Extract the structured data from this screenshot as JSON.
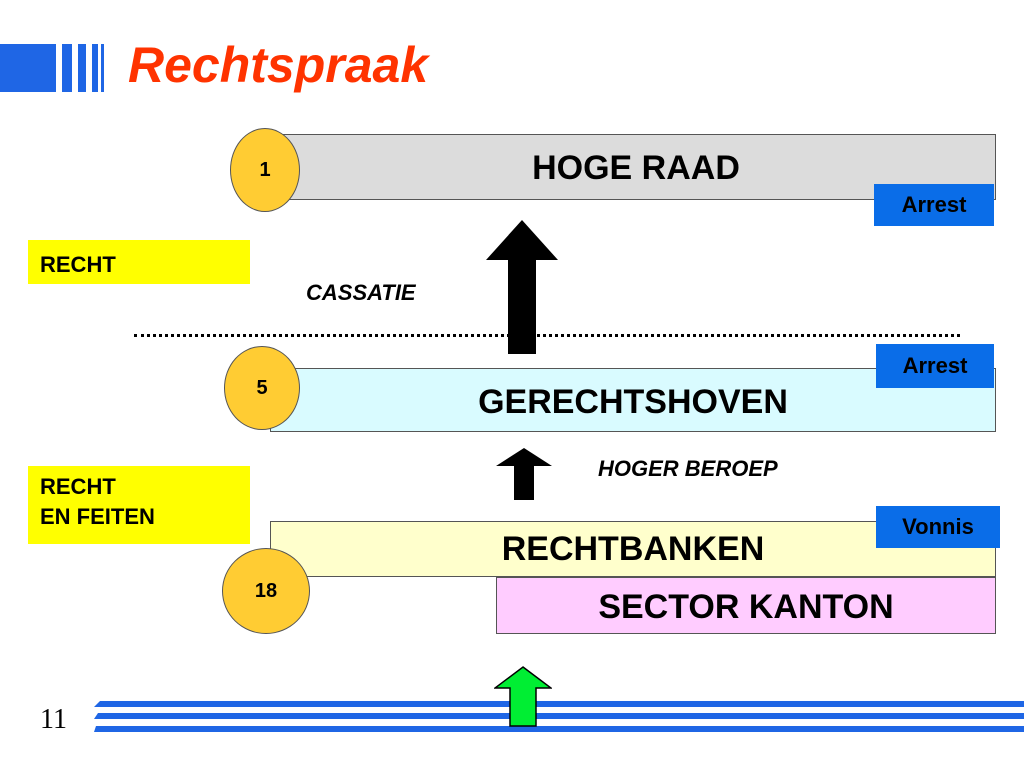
{
  "slide": {
    "title": "Rechtspraak",
    "page_number": "11"
  },
  "courts": {
    "hoge_raad": {
      "name": "HOGE RAAD",
      "count": "1",
      "decision": "Arrest"
    },
    "gerechtshoven": {
      "name": "GERECHTSHOVEN",
      "count": "5",
      "decision": "Arrest"
    },
    "rechtbanken": {
      "name": "RECHTBANKEN",
      "count": "18",
      "decision": "Vonnis"
    },
    "sector_kanton": {
      "name": "SECTOR KANTON"
    }
  },
  "labels": {
    "recht": "RECHT",
    "recht_en_feiten_line1": "RECHT",
    "recht_en_feiten_line2": "EN FEITEN",
    "cassatie": "CASSATIE",
    "hoger_beroep": "HOGER BEROEP"
  },
  "colors": {
    "title": "#ff3300",
    "accent_blue": "#1f66e5",
    "tag_blue": "#0a6de8",
    "hoge_raad_fill": "#dcdcdc",
    "gerechtshoven_fill": "#d9fbff",
    "rechtbanken_fill": "#ffffcc",
    "sector_kanton_fill": "#ffccff",
    "circle_fill": "#ffcc33",
    "label_fill": "#ffff00",
    "entry_arrow": "#00ee33"
  }
}
